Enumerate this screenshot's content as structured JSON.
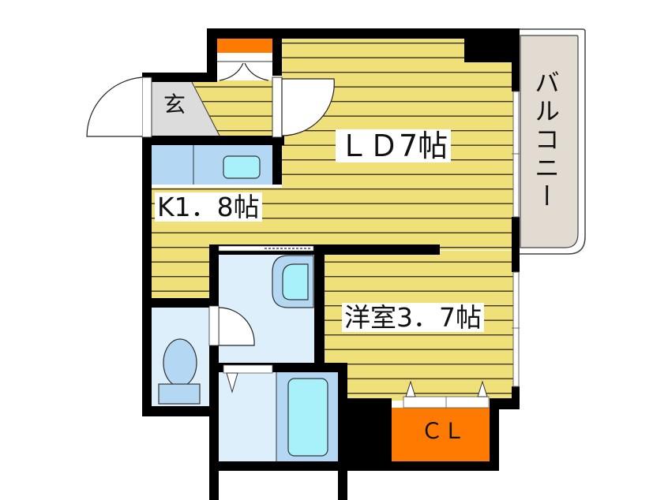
{
  "floor_plan": {
    "rooms": [
      {
        "id": "ld",
        "label": "ＬＤ7帖",
        "type": "living-dining",
        "size_jo": 7
      },
      {
        "id": "bedroom",
        "label": "洋室3．7帖",
        "type": "western-room",
        "size_jo": 3.7
      },
      {
        "id": "kitchen",
        "label": "K1．8帖",
        "type": "kitchen",
        "size_jo": 1.8
      },
      {
        "id": "entrance",
        "label": "玄",
        "type": "entrance"
      },
      {
        "id": "balcony",
        "label": "バルコニー",
        "type": "balcony"
      },
      {
        "id": "closet",
        "label": "ＣＬ",
        "type": "closet"
      },
      {
        "id": "toilet",
        "label": "",
        "type": "toilet"
      },
      {
        "id": "washroom",
        "label": "",
        "type": "washroom"
      },
      {
        "id": "bathroom",
        "label": "",
        "type": "bathroom"
      }
    ],
    "colors": {
      "floor_wood": "#f0e07a",
      "floor_line": "#3a3420",
      "wall": "#000000",
      "wet_area": "#dceffb",
      "fixture": "#b4d8f4",
      "fixture_inner": "#a8f0fa",
      "closet": "#ff7a00",
      "entrance": "#dcdcdc",
      "balcony": "#e2dbd1"
    }
  }
}
